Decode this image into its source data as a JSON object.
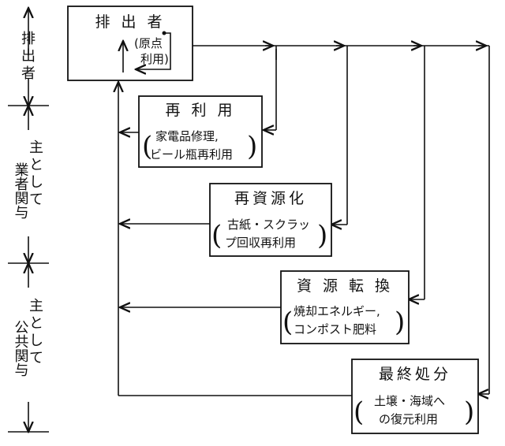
{
  "boxes": {
    "emitter": {
      "title": "排 出 者",
      "note_line1": "(原点",
      "note_line2": "利用)"
    },
    "reuse": {
      "title": "再 利 用",
      "line1": "家電品修理,",
      "line2": "ビール瓶再利用"
    },
    "recycle": {
      "title": "再資源化",
      "line1": "古紙・スクラッ",
      "line2": "プ回収再利用"
    },
    "conversion": {
      "title": "資 源 転 換",
      "line1": "焼却エネルギー,",
      "line2": "コンポスト肥料"
    },
    "disposal": {
      "title": "最終処分",
      "line1": "土壌・海域へ",
      "line2": "の復元利用"
    }
  },
  "sidebar": {
    "emitter_label": [
      "排",
      "出",
      "者"
    ],
    "business_label": [
      "主",
      "と",
      "し",
      "て",
      "業者関与"
    ],
    "public_label": [
      "主",
      "と",
      "し",
      "て",
      "公共関与"
    ]
  }
}
